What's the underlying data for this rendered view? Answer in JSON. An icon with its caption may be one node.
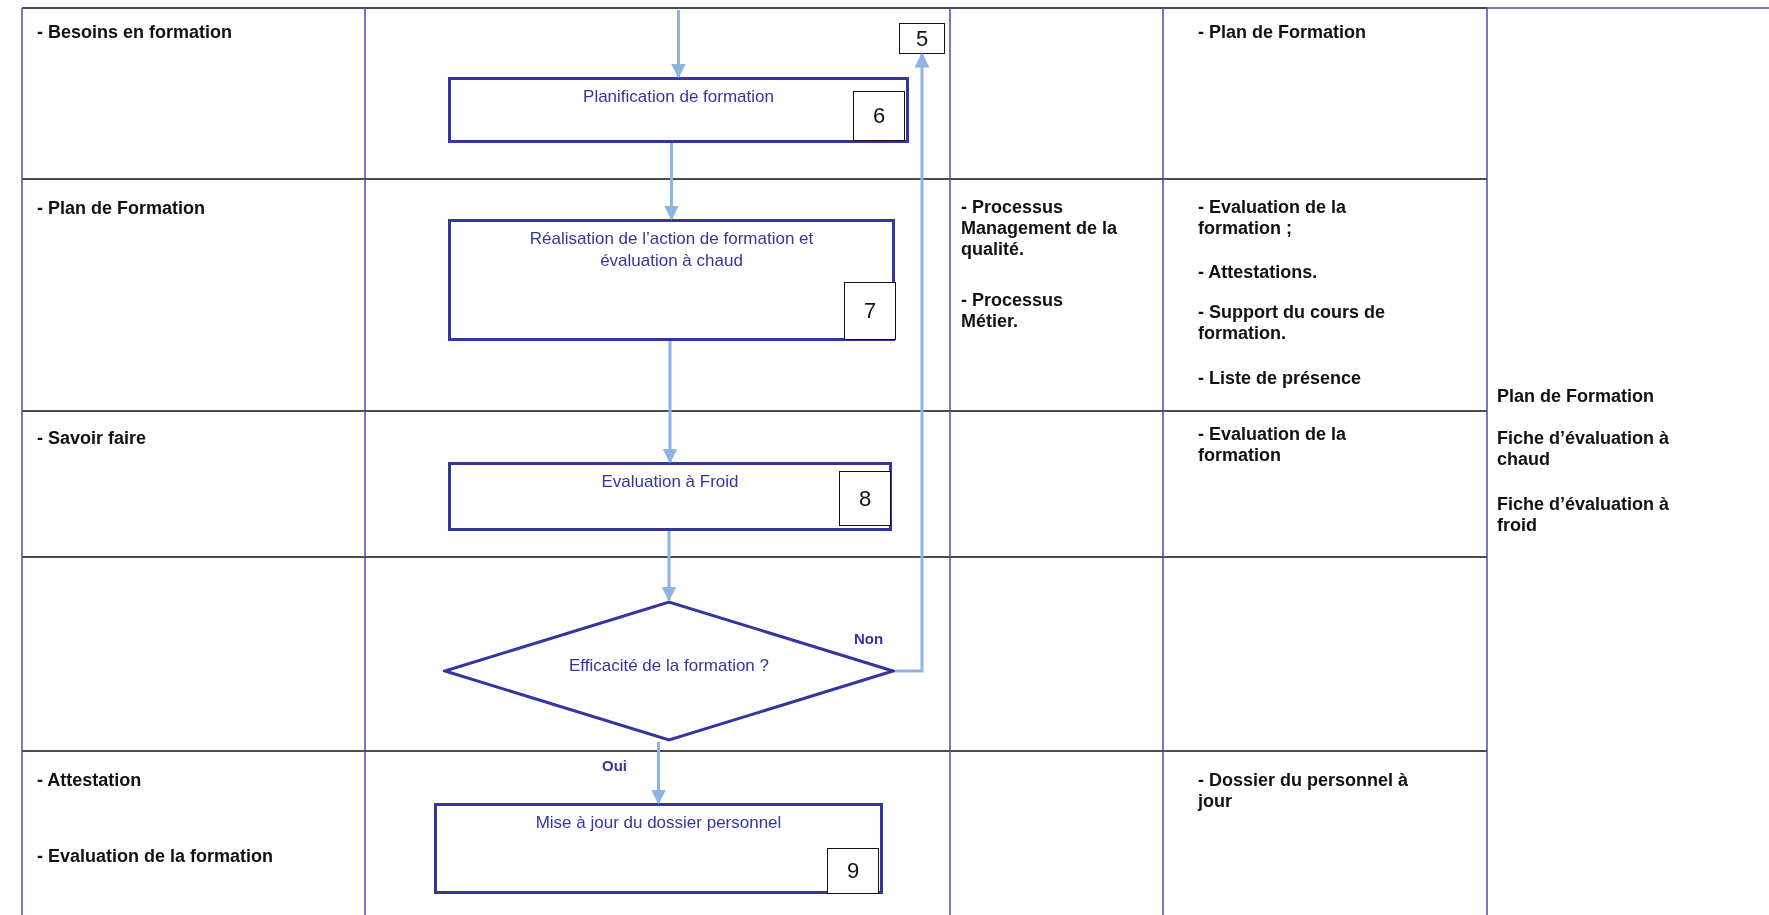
{
  "diagram": {
    "nodes": [
      {
        "text": [
          "5"
        ]
      },
      {
        "text": [
          "Planification de formation"
        ]
      },
      {
        "text": [
          "6"
        ],
        "in": 1
      },
      {
        "text": [
          "Réalisation de l’action de formation et évaluation à chaud"
        ]
      },
      {
        "text": [
          "7"
        ],
        "in": 3
      },
      {
        "text": [
          "Evaluation à Froid"
        ]
      },
      {
        "text": [
          "8"
        ],
        "in": 5
      },
      {
        "text": [
          "Efficacité de la formation ?"
        ]
      },
      {
        "text": [
          "Mise à jour du dossier personnel"
        ]
      },
      {
        "text": [
          "9"
        ],
        "in": 8
      }
    ],
    "edges": [
      {
        "from": null,
        "to": 1,
        "arrow": "to"
      },
      {
        "from": 1,
        "to": 3,
        "arrow": "to"
      },
      {
        "from": 3,
        "to": 5,
        "arrow": "to"
      },
      {
        "from": 5,
        "to": 7,
        "arrow": "to"
      },
      {
        "from": 7,
        "to": 0,
        "arrow": "to",
        "label": "Non"
      },
      {
        "from": 7,
        "to": 8,
        "arrow": "to",
        "label": "Oui"
      }
    ],
    "labels": [
      "- Besoins en formation",
      "- Plan de Formation",
      "- Plan de Formation",
      "- Processus Management de la qualité.",
      "- Processus Métier.",
      "- Evaluation de la formation ;",
      "- Attestations.",
      "- Support du cours de formation.",
      "- Liste de présence",
      "- Savoir faire",
      "- Evaluation de la formation",
      "Plan de Formation",
      "Fiche d’évaluation à chaud",
      "Fiche d’évaluation à froid",
      "- Attestation",
      "- Evaluation de la formation",
      "- Dossier du personnel à jour"
    ]
  }
}
